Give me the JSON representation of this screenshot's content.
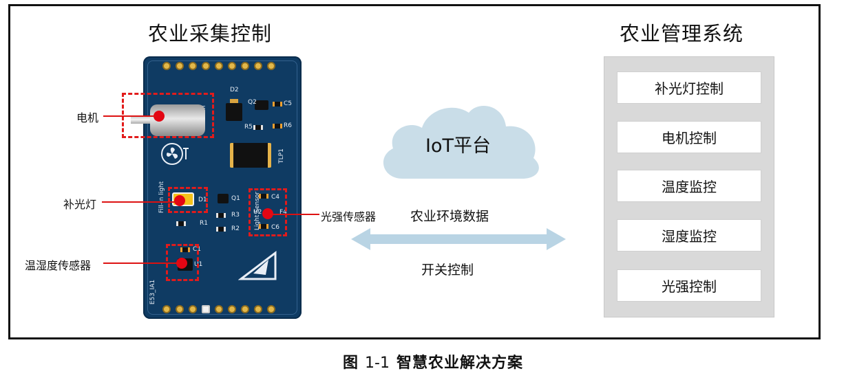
{
  "left_title": "农业采集控制",
  "right_title": "农业管理系统",
  "board_callouts": {
    "motor": "电机",
    "fill_light": "补光灯",
    "temp_humidity_sensor": "温湿度传感器",
    "light_sensor": "光强传感器"
  },
  "board_silkscreen": {
    "fan": "Fan",
    "d2": "D2",
    "q2": "Q2",
    "c5": "C5",
    "r5": "R5",
    "r6": "R6",
    "tlp1": "TLP1",
    "fill_in_light": "Fill-in light",
    "d1": "D1",
    "q1": "Q1",
    "r1": "R1",
    "r3": "R3",
    "r2": "R2",
    "light_sensor": "Light Sensor",
    "c4": "C4",
    "u2": "U2",
    "f4": "F4",
    "c6": "C6",
    "c1": "C1",
    "u1": "U1",
    "board_id": "E53_IA1"
  },
  "cloud_label": "IoT平台",
  "flow_labels": {
    "upstream": "农业环境数据",
    "downstream": "开关控制"
  },
  "management_items": [
    "补光灯控制",
    "电机控制",
    "温度监控",
    "湿度监控",
    "光强控制"
  ],
  "caption": {
    "prefix": "图",
    "number": "1-1",
    "text": "智慧农业解决方案"
  },
  "colors": {
    "highlight_red": "#e21b1b",
    "pcb_blue": "#0f3b63",
    "cloud_blue": "#c9dde8",
    "arrow_blue": "#b9d4e4",
    "panel_gray": "#d9d9d9"
  }
}
